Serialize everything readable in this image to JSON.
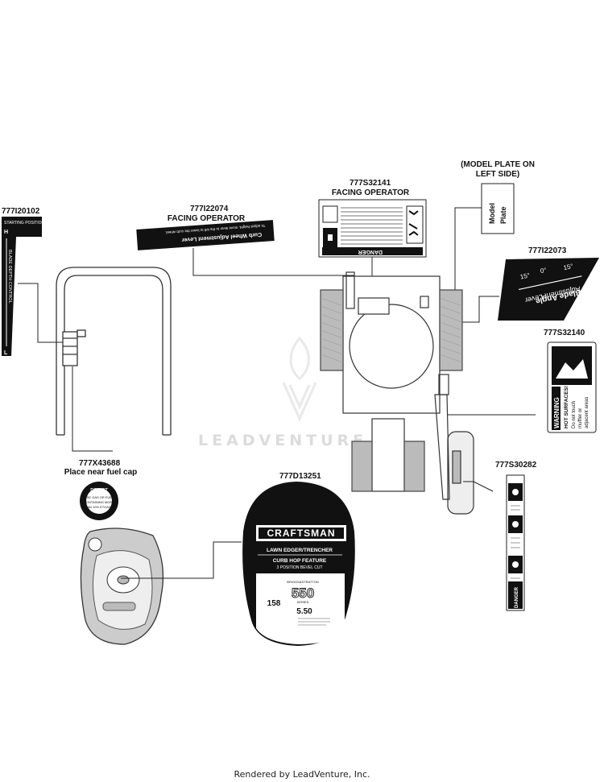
{
  "parts": {
    "p_777I20102": "777I20102",
    "p_777I22074": "777I22074",
    "p_777S32141": "777S32141",
    "p_777I22073": "777I22073",
    "p_777S32140": "777S32140",
    "p_777X43688": "777X43688",
    "p_777D13251": "777D13251",
    "p_777S30282": "777S30282"
  },
  "captions": {
    "facing_operator_1": "FACING OPERATOR",
    "facing_operator_2": "FACING OPERATOR",
    "model_plate_line1": "(MODEL PLATE ON",
    "model_plate_line2": "LEFT SIDE)",
    "fuel_cap_note": "Place near fuel cap"
  },
  "decals": {
    "depth_control": {
      "heading": "STARTING POSITION",
      "top_mark": "H",
      "bottom_mark": "L",
      "vertical_text": "BLADE DEPTH CONTROL"
    },
    "curb_wheel": {
      "title": "Curb Wheel Adjustment Lever",
      "subtitle": "To adjust height, move lever to the left to lower the curb wheel."
    },
    "danger_panel": {
      "danger_word": "DANGER"
    },
    "model_plate": {
      "line1": "Model",
      "line2": "Plate"
    },
    "blade_angle": {
      "line1": "Blade Angle",
      "line2": "Adjustment Lever",
      "deg_left": "15°",
      "deg_mid": "0°",
      "deg_right": "15°"
    },
    "hot_warning": {
      "word": "WARNING",
      "line1": "HOT SURFACES!",
      "line2": "Do not touch",
      "line3": "muffler or",
      "line4": "adjacent areas"
    },
    "fuel_cap": {
      "line1": "DO NOT",
      "line2": "USE GAS OR FUEL",
      "line3": "CONTAINING MORE",
      "line4": "THAN 10% ETHANOL"
    },
    "craftsman": {
      "brand": "CRAFTSMAN",
      "line1": "LAWN EDGER/TRENCHER",
      "line2": "CURB HOP FEATURE",
      "line3": "3 POSITION BEVEL CUT",
      "engine_brand": "BRIGGS&STRATTON",
      "series_big": "550",
      "series_word": "SERIES",
      "cc": "158",
      "torque": "5.50"
    },
    "safety_strip": {
      "danger_word": "DANGER"
    }
  },
  "watermark": "LEADVENTURE",
  "footer": "Rendered by LeadVenture, Inc."
}
